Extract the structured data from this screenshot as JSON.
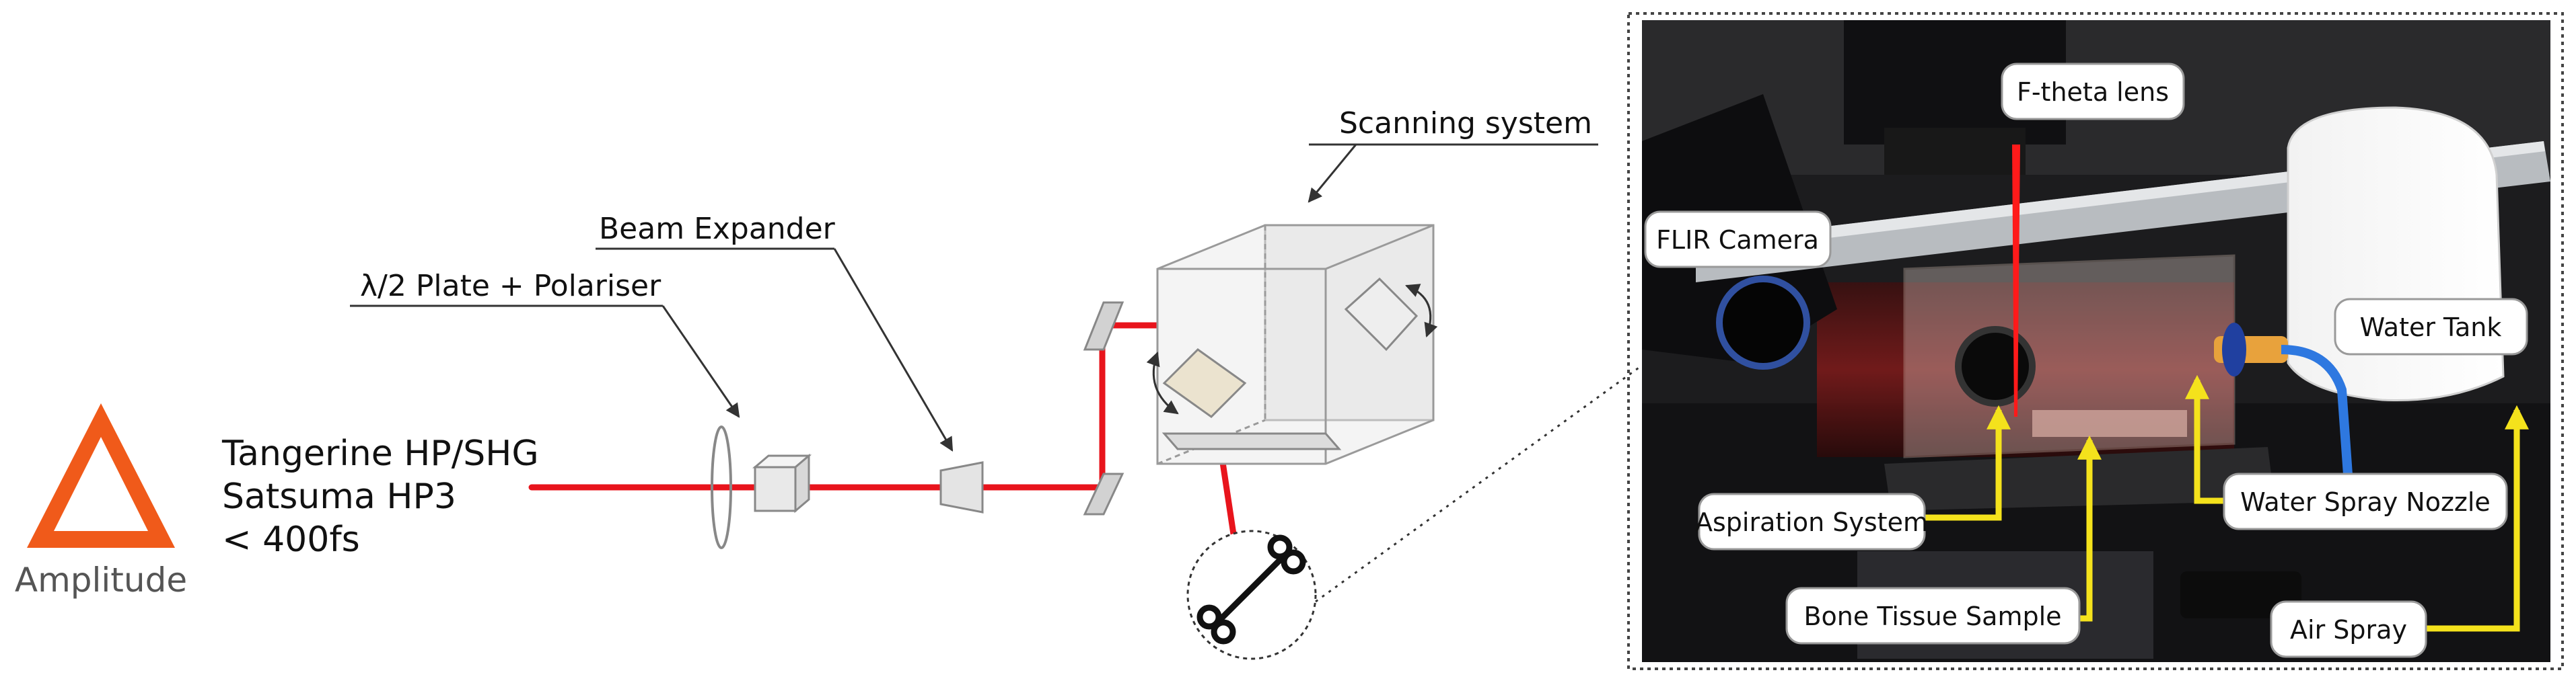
{
  "brand": {
    "name": "Amplitude",
    "logo_color": "#f05a1a"
  },
  "laser": {
    "line1": "Tangerine HP/SHG",
    "line2": "Satsuma HP3",
    "line3": "< 400fs"
  },
  "optics": {
    "waveplate_label": "λ/2 Plate + Polariser",
    "expander_label": "Beam Expander",
    "scanner_label": "Scanning system"
  },
  "photo": {
    "labels": {
      "ftheta": "F-theta lens",
      "flir": "FLIR Camera",
      "water_tank": "Water Tank",
      "aspiration": "Aspiration System",
      "water_spray": "Water Spray Nozzle",
      "bone": "Bone Tissue Sample",
      "air": "Air Spray"
    }
  },
  "colors": {
    "beam": "#e8141c",
    "callout_arrow": "#f4e21c",
    "line": "#333333"
  }
}
